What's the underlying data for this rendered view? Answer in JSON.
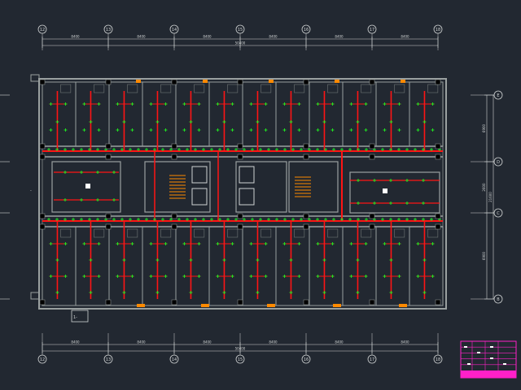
{
  "colors": {
    "background": "#222831",
    "wall": "#9aa0a0",
    "wall_fill": "#6f7575",
    "pipe_red": "#ff1414",
    "pipe_green": "#20ff20",
    "dim_line": "#cfd2d2",
    "title_block": "#ff20c8",
    "orange_mark": "#ff8a00"
  },
  "grid_axes": {
    "vertical": [
      "12",
      "13",
      "14",
      "15",
      "16",
      "17",
      "18"
    ],
    "horizontal": [
      "E",
      "D",
      "C",
      "B"
    ]
  },
  "dimensions": {
    "top_segments": [
      "8400",
      "8400",
      "8400",
      "8400",
      "8400",
      "8400"
    ],
    "top_total": "50400",
    "bottom_segments": [
      "8400",
      "8400",
      "8400",
      "8400",
      "8400",
      "8400"
    ],
    "bottom_total": "50400",
    "right_segments": [
      "6900",
      "2600",
      "6900"
    ],
    "right_total": "21600"
  },
  "labels": {
    "left_tag": "-",
    "detail_tag": "1-"
  },
  "title_block": {
    "rows": [
      "",
      "",
      "",
      "",
      "",
      ""
    ]
  }
}
